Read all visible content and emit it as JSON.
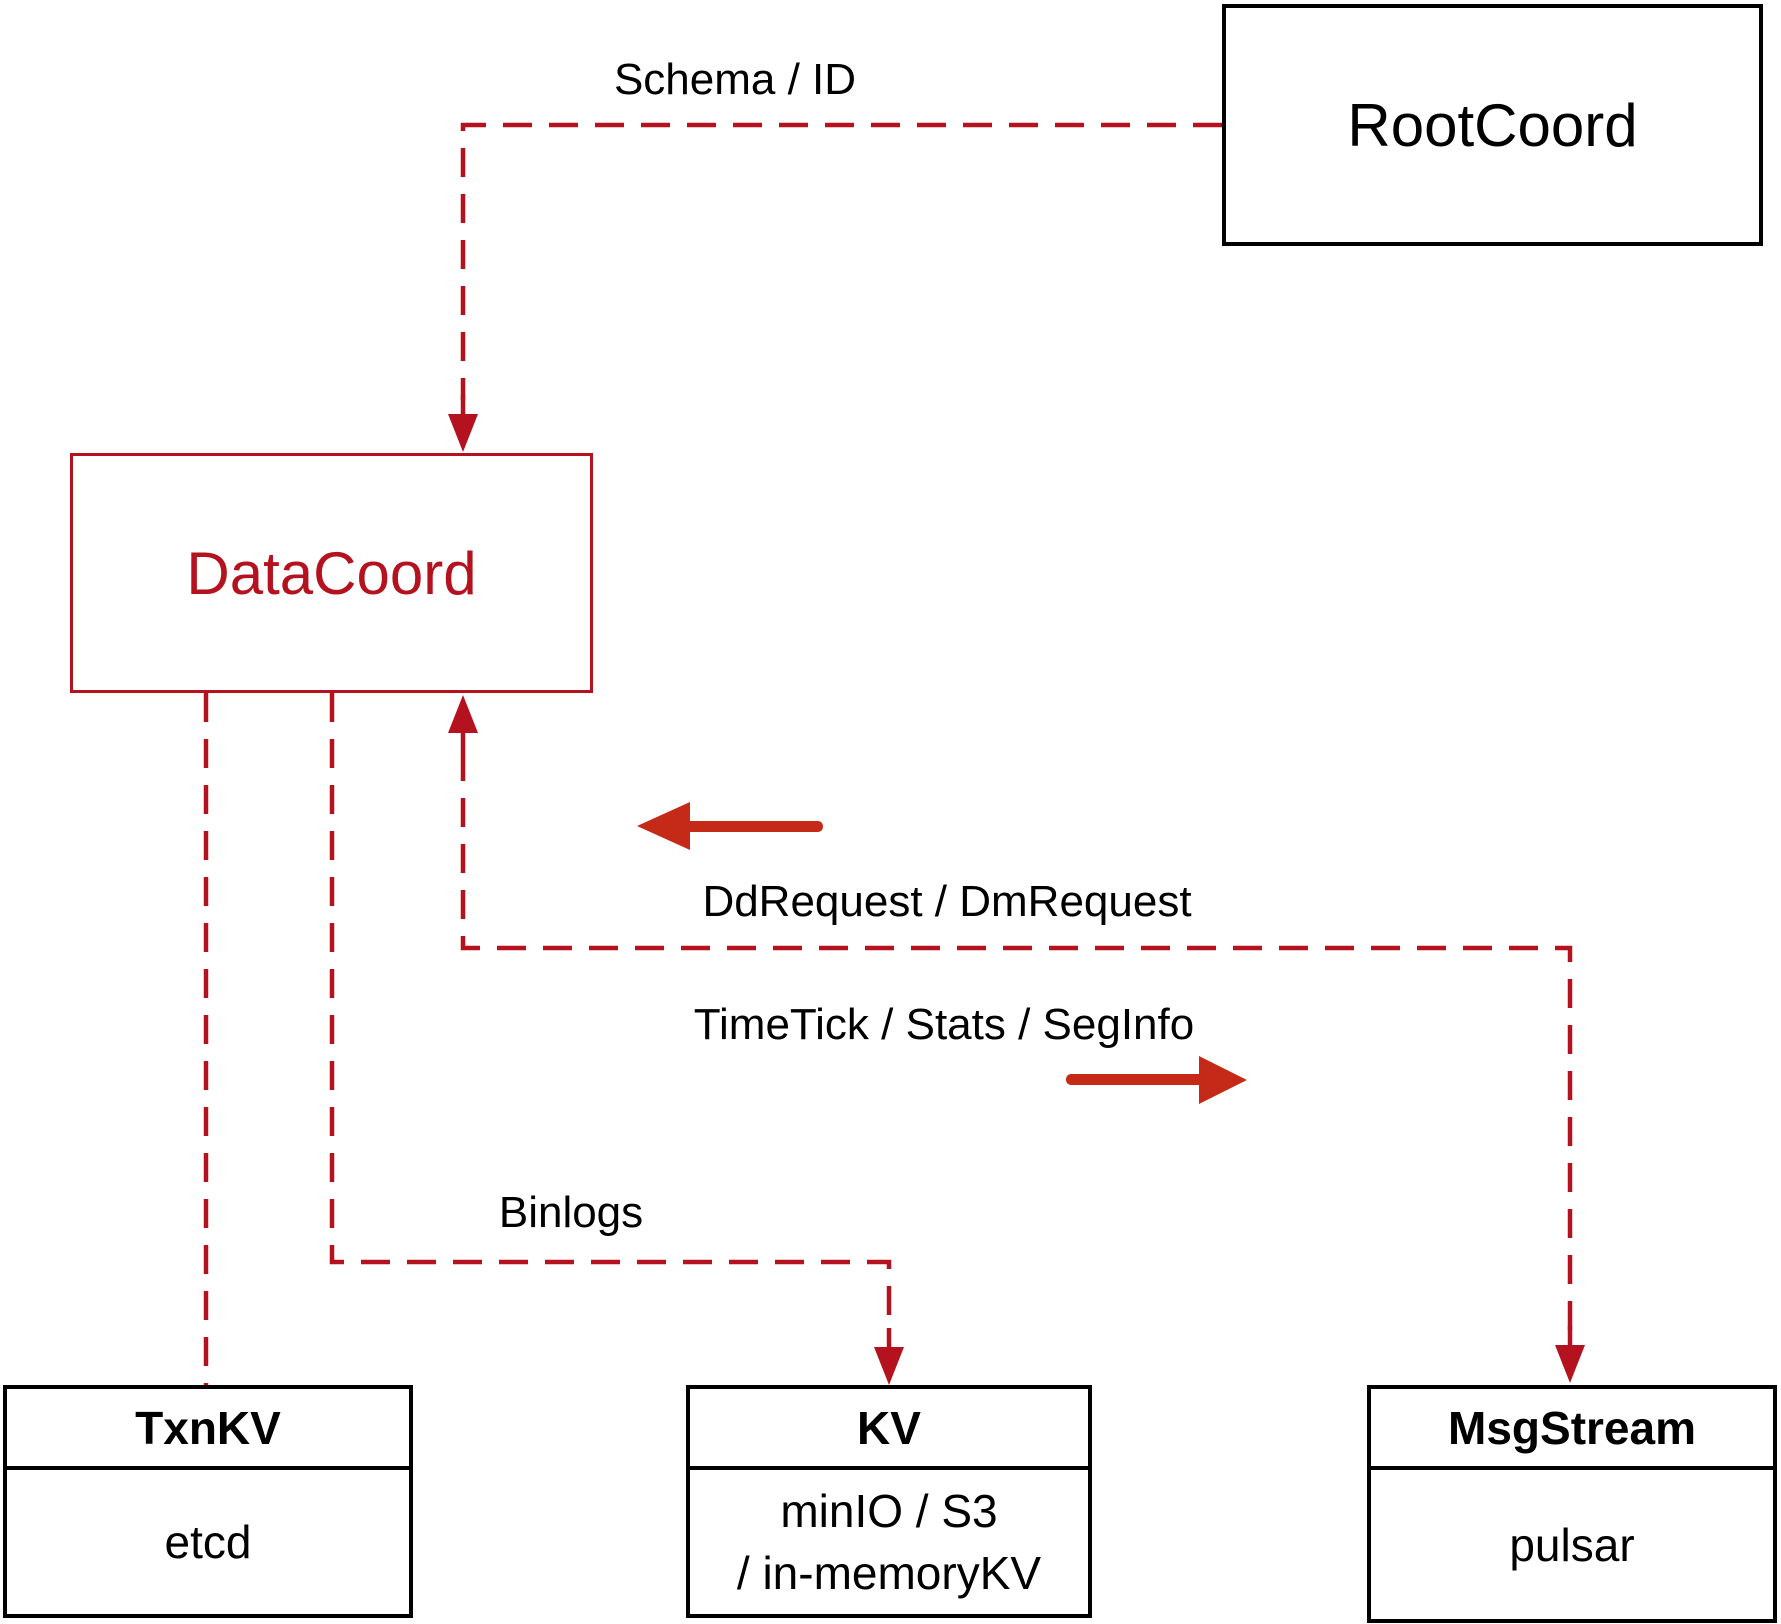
{
  "diagram": {
    "nodes": {
      "rootcoord": {
        "label": "RootCoord"
      },
      "datacoord": {
        "label": "DataCoord"
      },
      "txnkv": {
        "title": "TxnKV",
        "body": "etcd"
      },
      "kv": {
        "title": "KV",
        "body_line1": "minIO / S3",
        "body_line2": "/ in-memoryKV"
      },
      "msgstream": {
        "title": "MsgStream",
        "body": "pulsar"
      }
    },
    "edge_labels": {
      "schema_id": "Schema / ID",
      "dd_request": "DdRequest / DmRequest",
      "time_tick": "TimeTick / Stats / SegInfo",
      "binlogs": "Binlogs"
    },
    "colors": {
      "dashed_line": "#b5121f",
      "solid_arrow": "#c52a18",
      "box_border": "#000000",
      "text": "#000000",
      "background": "#ffffff"
    }
  }
}
